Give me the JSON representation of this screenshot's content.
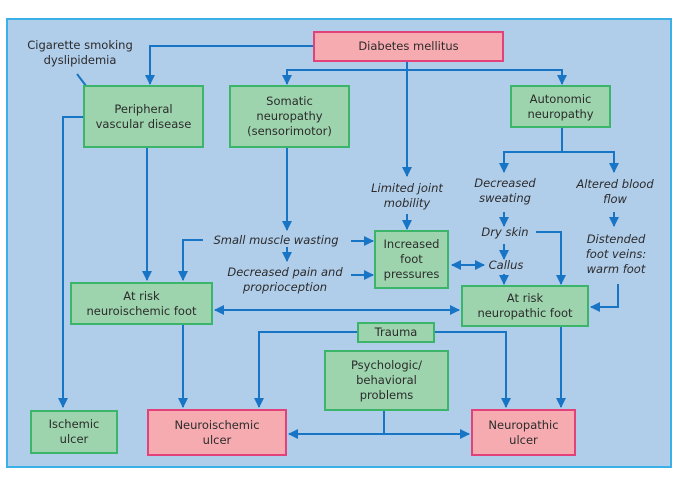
{
  "diagram": {
    "colors": {
      "panel_bg": "#b0cdea",
      "panel_border": "#3bb0e6",
      "arrow": "#1874c4",
      "green_fill": "#9dd4ad",
      "green_border": "#3bb56a",
      "pink_fill": "#f6abb0",
      "pink_border": "#e2417a"
    },
    "nodes": {
      "diabetes": "Diabetes mellitus",
      "risk_factors": "Cigarette smoking\ndyslipidemia",
      "pvd": "Peripheral\nvascular disease",
      "somatic": "Somatic\nneuropathy\n(sensorimotor)",
      "autonomic": "Autonomic\nneuropathy",
      "limited_joint": "Limited joint\nmobility",
      "decreased_sweating": "Decreased\nsweating",
      "altered_blood": "Altered blood\nflow",
      "small_muscle": "Small muscle wasting",
      "decreased_pain": "Decreased pain and\nproprioception",
      "increased_pressures": "Increased\nfoot\npressures",
      "dry_skin": "Dry skin",
      "callus": "Callus",
      "distended_veins": "Distended\nfoot veins:\nwarm foot",
      "risk_neuroischemic": "At risk\nneuroischemic foot",
      "risk_neuropathic": "At risk\nneuropathic foot",
      "trauma": "Trauma",
      "psych": "Psychologic/\nbehavioral\nproblems",
      "ischemic_ulcer": "Ischemic\nulcer",
      "neuroischemic_ulcer": "Neuroischemic\nulcer",
      "neuropathic_ulcer": "Neuropathic\nulcer"
    }
  }
}
